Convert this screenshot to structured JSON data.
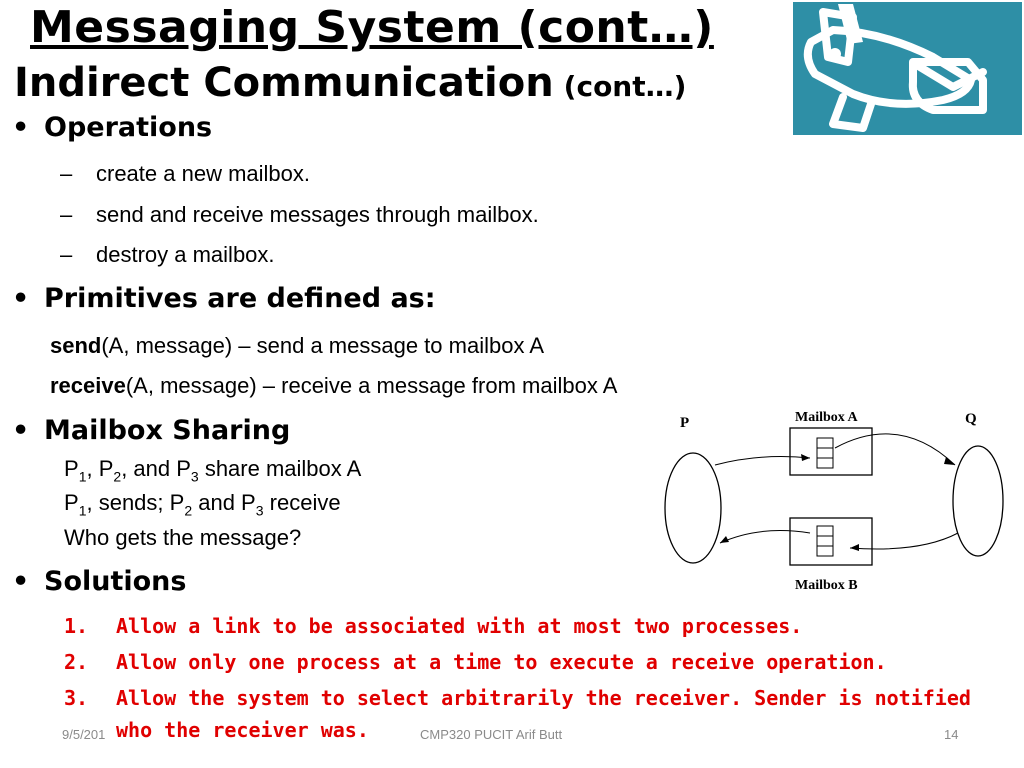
{
  "title": {
    "line1": "Messaging System (cont…)",
    "line2": "Indirect Communication",
    "line2_suffix": "(cont…)"
  },
  "bullet_char": "•",
  "dash_char": "–",
  "operations": {
    "heading": "Operations",
    "items": [
      "create a new mailbox.",
      "send and receive messages through mailbox.",
      "destroy a mailbox."
    ]
  },
  "primitives": {
    "heading": "Primitives are defined as:",
    "send_kw": "send",
    "send_rest": "(A, message) – send a message to mailbox A",
    "receive_kw": "receive",
    "receive_rest": "(A, message) – receive a message from mailbox A"
  },
  "sharing": {
    "heading": "Mailbox Sharing",
    "line3": "Who gets the message?"
  },
  "solutions": {
    "heading": "Solutions",
    "items": [
      {
        "num": "1.",
        "text": "Allow a link to be associated with at most two processes."
      },
      {
        "num": "2.",
        "text": "Allow only one process at a time to execute a receive operation."
      },
      {
        "num": "3.",
        "text": "Allow the system to select arbitrarily the receiver.  Sender is notified"
      },
      {
        "num": "",
        "text": "who the receiver was."
      }
    ]
  },
  "diagram": {
    "label_p": "P",
    "label_q": "Q",
    "label_mailbox_a": "Mailbox A",
    "label_mailbox_b": "Mailbox B"
  },
  "footer": {
    "date": "9/5/201",
    "center": "CMP320   PUCIT   Arif Butt",
    "page": "14"
  },
  "colors": {
    "solution_text": "#e00000",
    "logo_bg": "#2e8fa6",
    "footer": "#8a8a8a"
  },
  "icons": {
    "logo": "airplane-mail-icon"
  }
}
